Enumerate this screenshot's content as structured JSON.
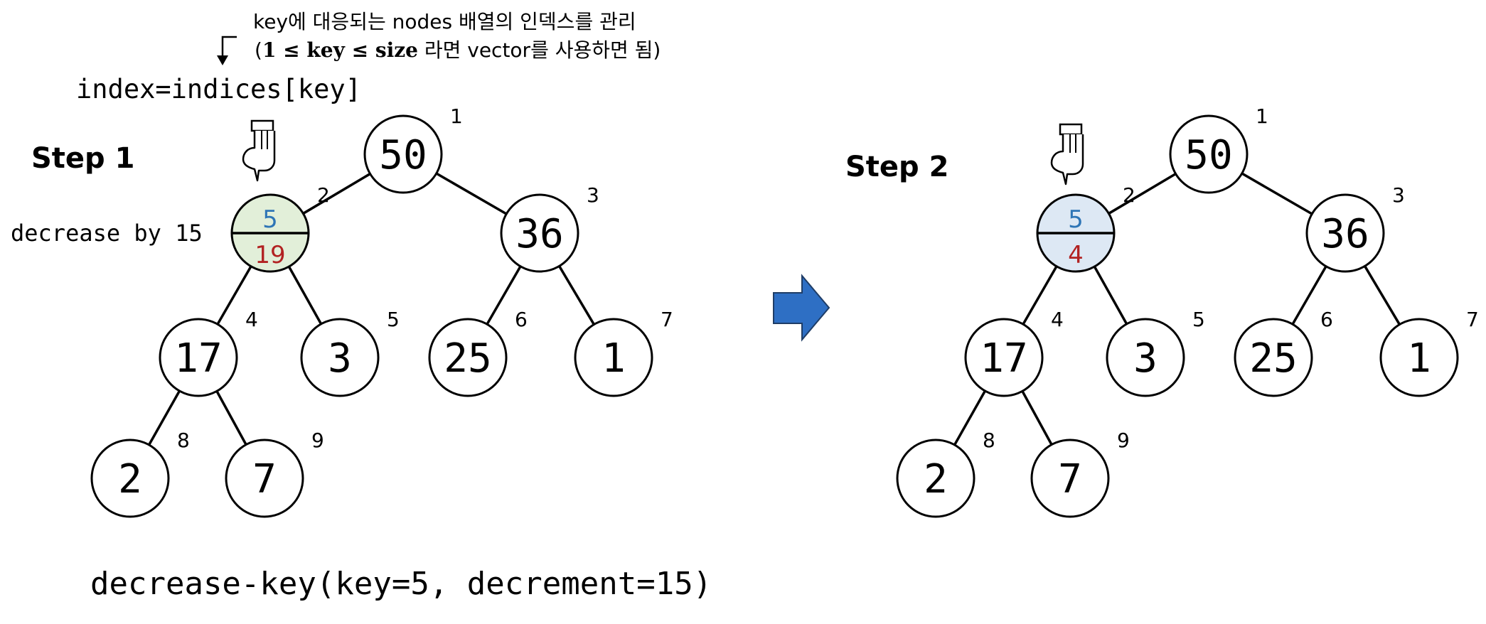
{
  "annotation": {
    "line1": "key에 대응되는 nodes 배열의 인덱스를 관리",
    "line2_open": "(",
    "line2_math": "1 ≤ key ≤ size",
    "line2_rest": " 라면 vector를 사용하면 됨)"
  },
  "code": {
    "index_expr": "index=indices[key]",
    "call": "decrease-key(key=5, decrement=15)",
    "decrease_note": "decrease by 15"
  },
  "steps": {
    "step1_label": "Step 1",
    "step2_label": "Step 2"
  },
  "colors": {
    "key_text": "#2e75b6",
    "value_text": "#b22222",
    "step1_split_fill": "#e2efd9",
    "step2_split_fill": "#dde8f4",
    "arrow_fill": "#2e6fc4",
    "arrow_stroke": "#1f3d66"
  },
  "icons": {
    "pointer": "pointing-hand-icon",
    "transition": "right-arrow-icon",
    "annotation_arrow": "bent-arrow-icon"
  },
  "tree1": {
    "nodes": [
      {
        "index": "1",
        "value": "50"
      },
      {
        "index": "2",
        "key": "5",
        "value": "19"
      },
      {
        "index": "3",
        "value": "36"
      },
      {
        "index": "4",
        "value": "17"
      },
      {
        "index": "5",
        "value": "3"
      },
      {
        "index": "6",
        "value": "25"
      },
      {
        "index": "7",
        "value": "1"
      },
      {
        "index": "8",
        "value": "2"
      },
      {
        "index": "9",
        "value": "7"
      }
    ]
  },
  "tree2": {
    "nodes": [
      {
        "index": "1",
        "value": "50"
      },
      {
        "index": "2",
        "key": "5",
        "value": "4"
      },
      {
        "index": "3",
        "value": "36"
      },
      {
        "index": "4",
        "value": "17"
      },
      {
        "index": "5",
        "value": "3"
      },
      {
        "index": "6",
        "value": "25"
      },
      {
        "index": "7",
        "value": "1"
      },
      {
        "index": "8",
        "value": "2"
      },
      {
        "index": "9",
        "value": "7"
      }
    ]
  }
}
